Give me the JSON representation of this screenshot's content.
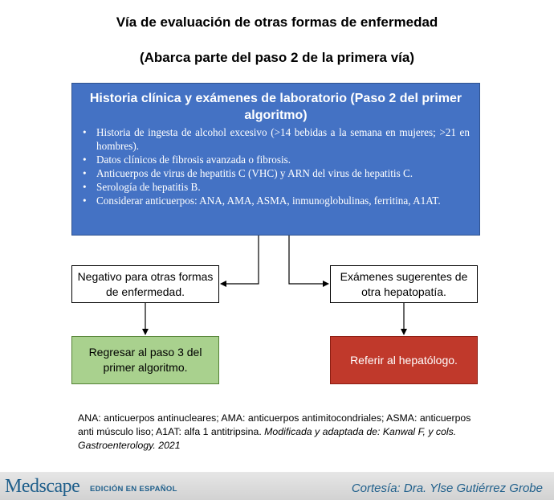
{
  "title_line1": "Vía de evaluación de otras formas de enfermedad",
  "title_line2": "(Abarca parte del paso 2 de la primera vía)",
  "main_box": {
    "heading": "Historia clínica y exámenes de laboratorio (Paso 2 del primer algoritmo)",
    "bullets": [
      "Historia de ingesta de alcohol excesivo (>14 bebidas a la semana en mujeres; >21 en hombres).",
      "Datos clínicos de fibrosis avanzada o fibrosis.",
      "Anticuerpos de virus de hepatitis C (VHC) y ARN del virus de hepatitis C.",
      "Serología de hepatitis B.",
      "Considerar anticuerpos: ANA, AMA, ASMA, inmunoglobulinas, ferritina, A1AT."
    ],
    "color": "#4472c4"
  },
  "left_branch": {
    "label": "Negativo para otras formas de enfermedad.",
    "outcome": "Regresar al paso 3 del primer algoritmo.",
    "outcome_color": "#a9d18e"
  },
  "right_branch": {
    "label": "Exámenes sugerentes de otra hepatopatía.",
    "outcome": "Referir al hepatólogo.",
    "outcome_color": "#c0392b"
  },
  "footnote": {
    "text": "ANA: anticuerpos antinucleares;  AMA: anticuerpos antimitocondriales; ASMA: anticuerpos anti músculo liso;  A1AT: alfa 1 antitripsina. ",
    "source": "Modificada y adaptada de: Kanwal F, y cols. Gastroenterology. 2021"
  },
  "branding": {
    "logo": "Medscape",
    "logo_sub": "EDICIÓN EN ESPAÑOL",
    "credit": "Cortesía: Dra. Ylse Gutiérrez Grobe",
    "color": "#1f5f8b"
  }
}
